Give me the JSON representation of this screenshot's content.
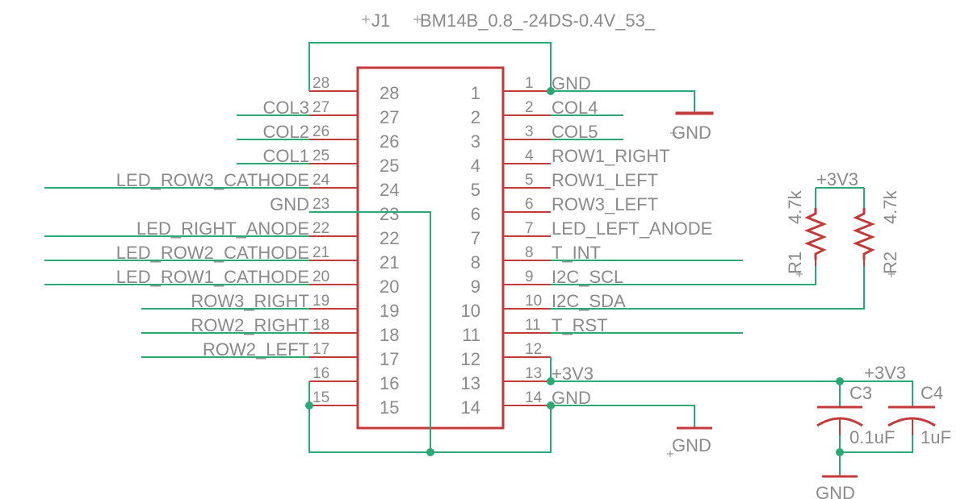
{
  "connector": {
    "ref": "J1",
    "value": "BM14B_0.8_-24DS-0.4V_53_",
    "left_pins": [
      {
        "outer": "28",
        "inner": "28",
        "net": ""
      },
      {
        "outer": "27",
        "inner": "27",
        "net": "COL3"
      },
      {
        "outer": "26",
        "inner": "26",
        "net": "COL2"
      },
      {
        "outer": "25",
        "inner": "25",
        "net": "COL1"
      },
      {
        "outer": "24",
        "inner": "24",
        "net": "LED_ROW3_CATHODE"
      },
      {
        "outer": "23",
        "inner": "23",
        "net": "GND"
      },
      {
        "outer": "22",
        "inner": "22",
        "net": "LED_RIGHT_ANODE"
      },
      {
        "outer": "21",
        "inner": "21",
        "net": "LED_ROW2_CATHODE"
      },
      {
        "outer": "20",
        "inner": "20",
        "net": "LED_ROW1_CATHODE"
      },
      {
        "outer": "19",
        "inner": "19",
        "net": "ROW3_RIGHT"
      },
      {
        "outer": "18",
        "inner": "18",
        "net": "ROW2_RIGHT"
      },
      {
        "outer": "17",
        "inner": "17",
        "net": "ROW2_LEFT"
      },
      {
        "outer": "16",
        "inner": "16",
        "net": ""
      },
      {
        "outer": "15",
        "inner": "15",
        "net": ""
      }
    ],
    "right_pins": [
      {
        "outer": "1",
        "inner": "1",
        "net": "GND"
      },
      {
        "outer": "2",
        "inner": "2",
        "net": "COL4"
      },
      {
        "outer": "3",
        "inner": "3",
        "net": "COL5"
      },
      {
        "outer": "4",
        "inner": "4",
        "net": "ROW1_RIGHT"
      },
      {
        "outer": "5",
        "inner": "5",
        "net": "ROW1_LEFT"
      },
      {
        "outer": "6",
        "inner": "6",
        "net": "ROW3_LEFT"
      },
      {
        "outer": "7",
        "inner": "7",
        "net": "LED_LEFT_ANODE"
      },
      {
        "outer": "8",
        "inner": "8",
        "net": "T_INT"
      },
      {
        "outer": "9",
        "inner": "9",
        "net": "I2C_SCL"
      },
      {
        "outer": "10",
        "inner": "10",
        "net": "I2C_SDA"
      },
      {
        "outer": "11",
        "inner": "11",
        "net": "T_RST"
      },
      {
        "outer": "12",
        "inner": "12",
        "net": ""
      },
      {
        "outer": "13",
        "inner": "13",
        "net": "+3V3"
      },
      {
        "outer": "14",
        "inner": "14",
        "net": "GND"
      }
    ]
  },
  "power": {
    "gnd_top": "GND",
    "gnd_bottom": "GND",
    "gnd_caps": "GND",
    "v33_resistors": "+3V3",
    "v33_caps": "+3V3"
  },
  "resistors": {
    "r1": {
      "ref": "R1",
      "value": "4.7k"
    },
    "r2": {
      "ref": "R2",
      "value": "4.7k"
    }
  },
  "capacitors": {
    "c3": {
      "ref": "C3",
      "value": "0.1uF"
    },
    "c4": {
      "ref": "C4",
      "value": "1uF"
    }
  }
}
